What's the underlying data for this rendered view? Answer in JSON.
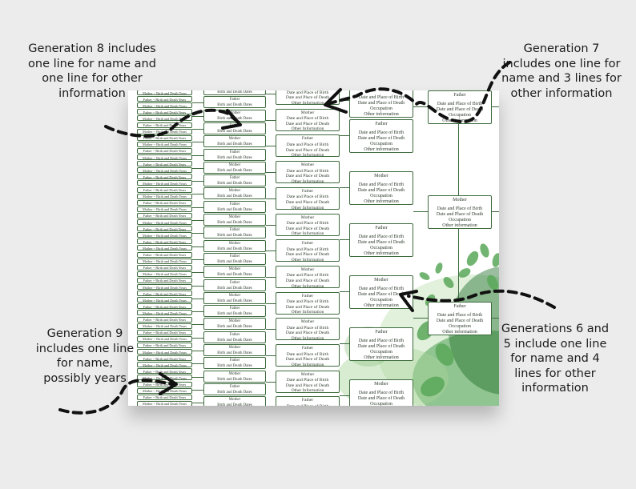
{
  "annotations": {
    "generation_8": "Generation 8 includes one line for name and one line for other information",
    "generation_7": "Generation 7 includes one line for name and 3 lines for other information",
    "generation_9": "Generation 9 includes one line for name, possibly years",
    "generation_6_5": "Generations 6 and 5 include one line for name and 4 lines for other information"
  },
  "chart": {
    "gen9": [
      "Mother ~ Birth and Death Years",
      "Father ~ Birth and Death Years"
    ],
    "gen8_father": {
      "name": "Father",
      "info": "Birth and Death Dates"
    },
    "gen8_mother": {
      "name": "Mother",
      "info": "Birth and Death Dates"
    },
    "gen7_father": {
      "name": "Father",
      "lines": [
        "Date and Place of Birth",
        "Date and Place of Death",
        "Other Information"
      ]
    },
    "gen7_mother": {
      "name": "Mother",
      "lines": [
        "Date and Place of Birth",
        "Date and Place of Death",
        "Other Information"
      ]
    },
    "gen6_father": {
      "name": "Father",
      "lines": [
        "Date and Place of Birth",
        "Date and Place of Death",
        "Occupation",
        "Other information"
      ]
    },
    "gen6_mother": {
      "name": "Mother",
      "lines": [
        "Date and Place of Birth",
        "Date and Place of Death",
        "Occupation",
        "Other information"
      ]
    }
  },
  "colors": {
    "line": "#3e6b3e",
    "leaf_dark": "#2f7a38",
    "leaf_light": "#7fbf74",
    "arrow": "#111111"
  }
}
